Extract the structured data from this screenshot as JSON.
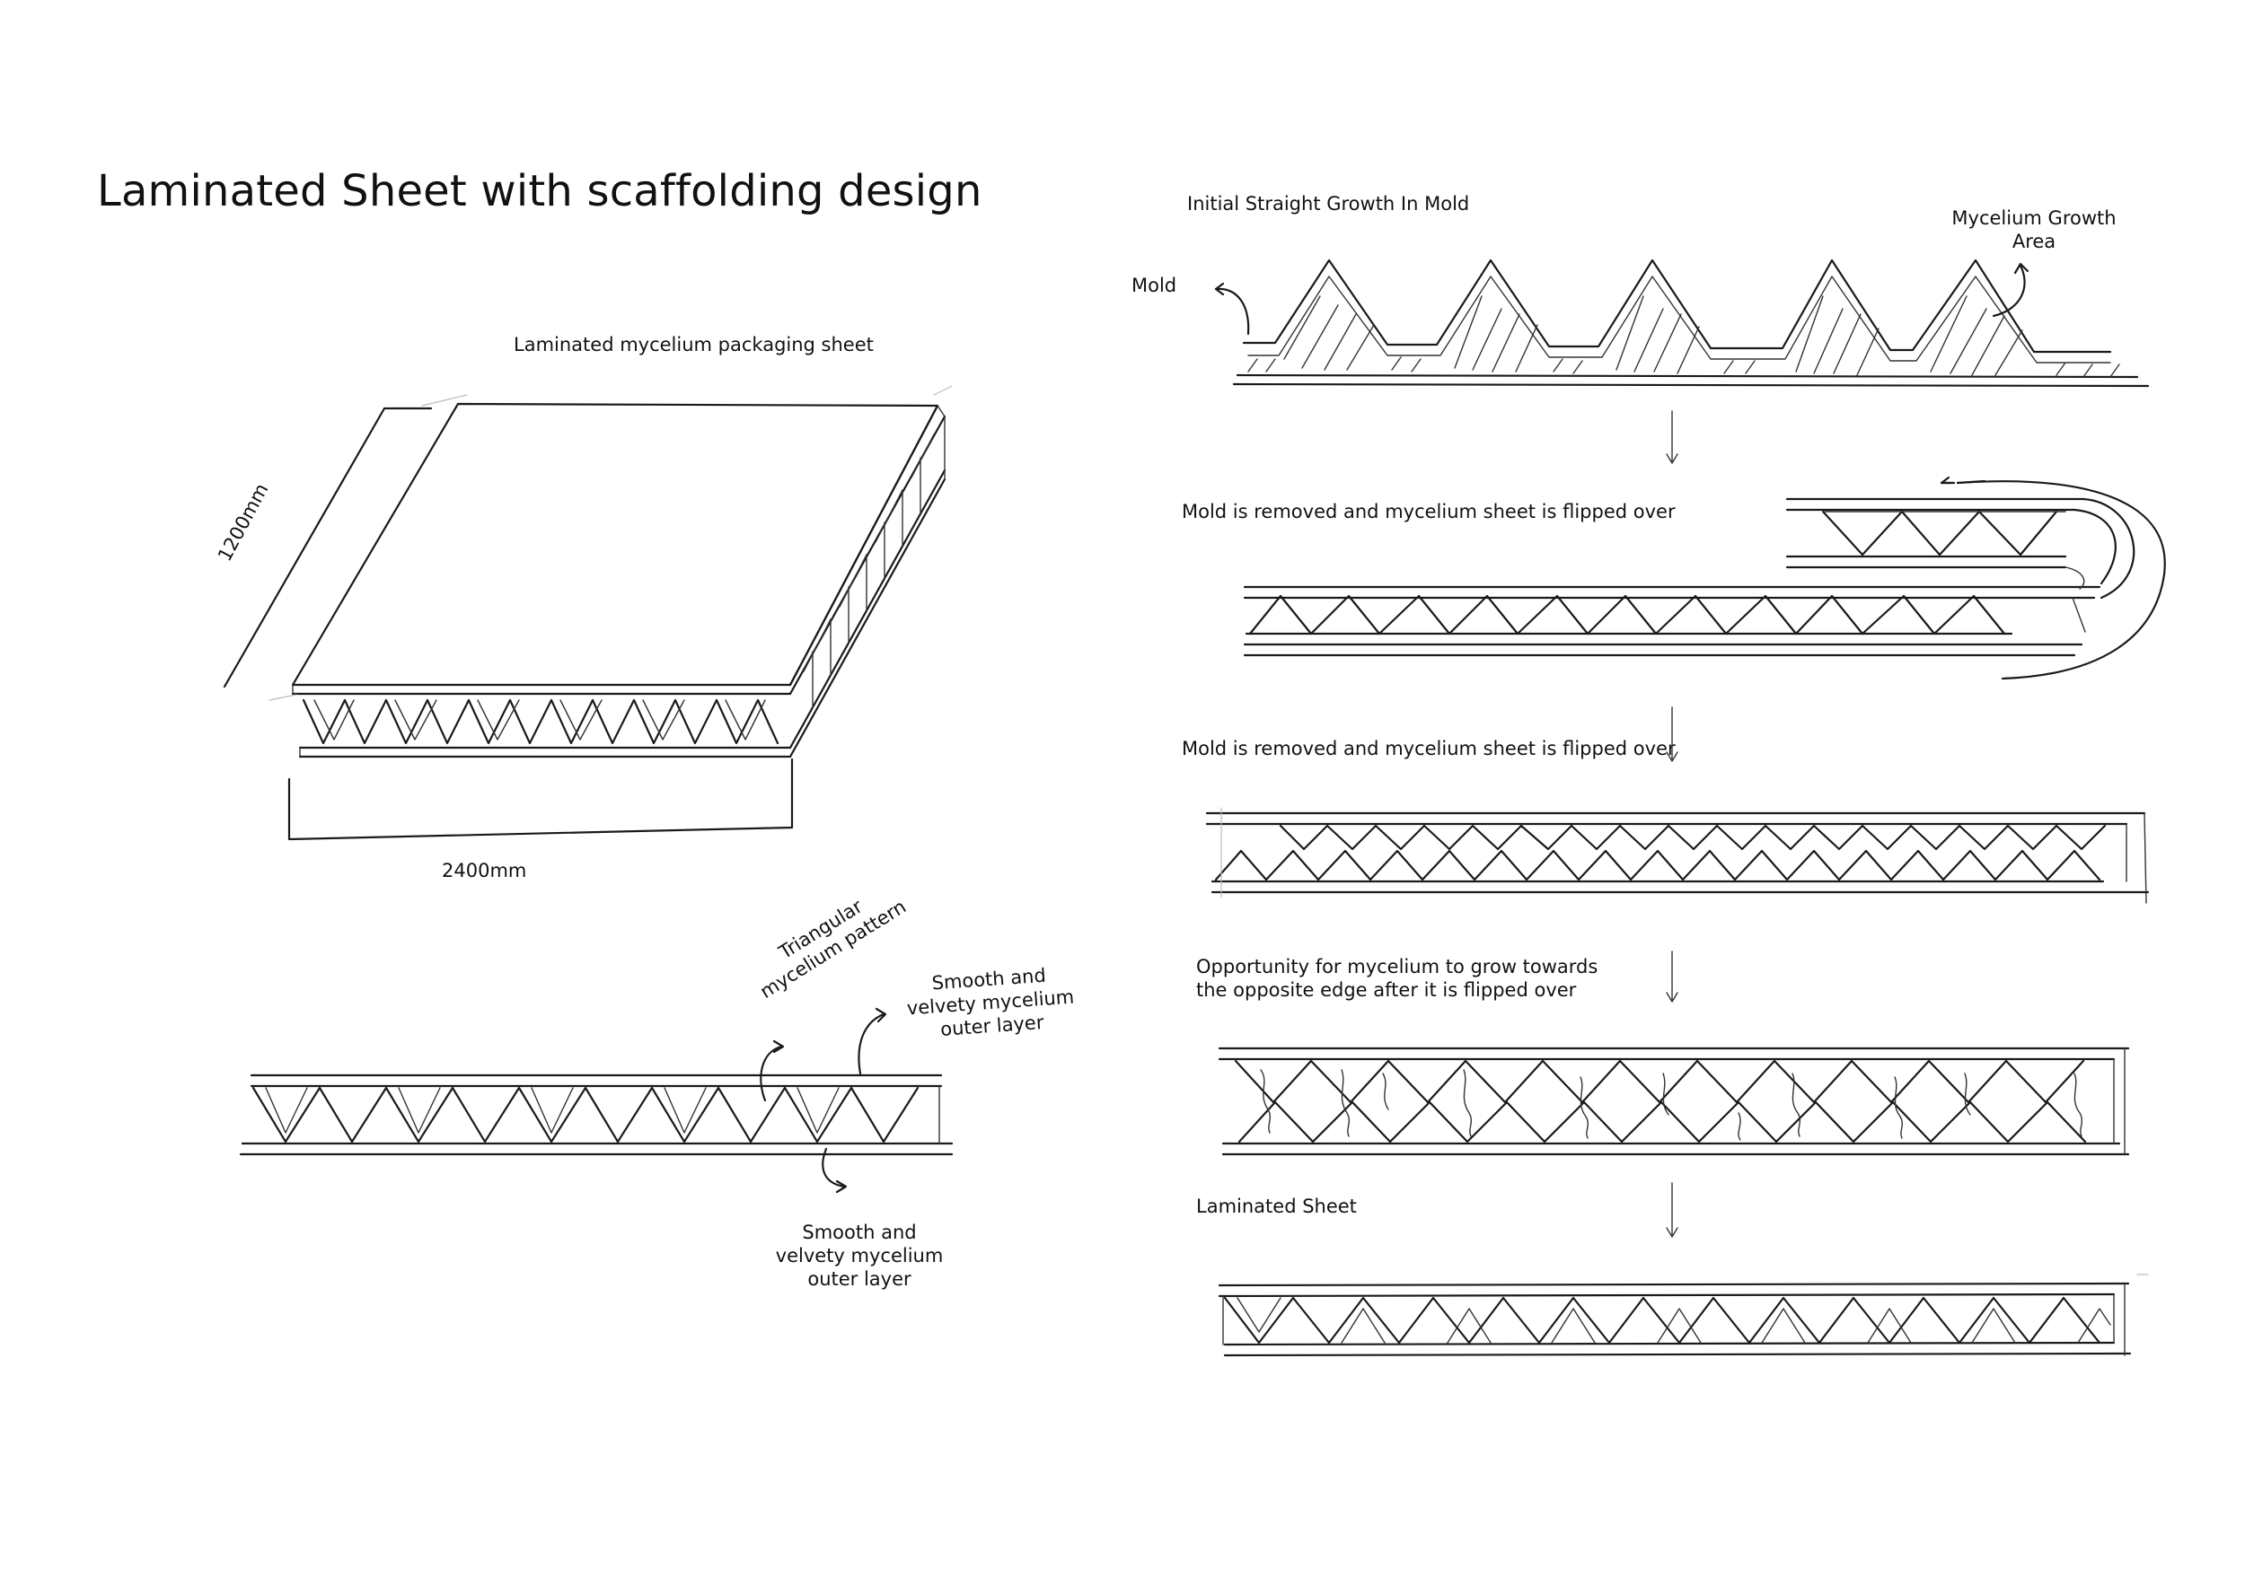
{
  "title": "Laminated Sheet with scaffolding design",
  "left": {
    "sheet_label": "Laminated mycelium packaging sheet",
    "dim_height": "1200mm",
    "dim_width": "2400mm",
    "annot_pattern": "Triangular mycelium pattern",
    "annot_top": "Smooth and velvety mycelium outer layer",
    "annot_bottom": "Smooth and velvety mycelium outer layer"
  },
  "right": {
    "step1": "Initial Straight Growth In Mold",
    "mold": "Mold",
    "growth_area": "Mycelium Growth Area",
    "step2": "Mold is removed and mycelium sheet is flipped over",
    "step3": "Mold is removed and mycelium sheet is flipped over",
    "step4": "Opportunity for mycelium to grow towards the opposite edge after it is flipped over",
    "step5": "Laminated Sheet"
  }
}
